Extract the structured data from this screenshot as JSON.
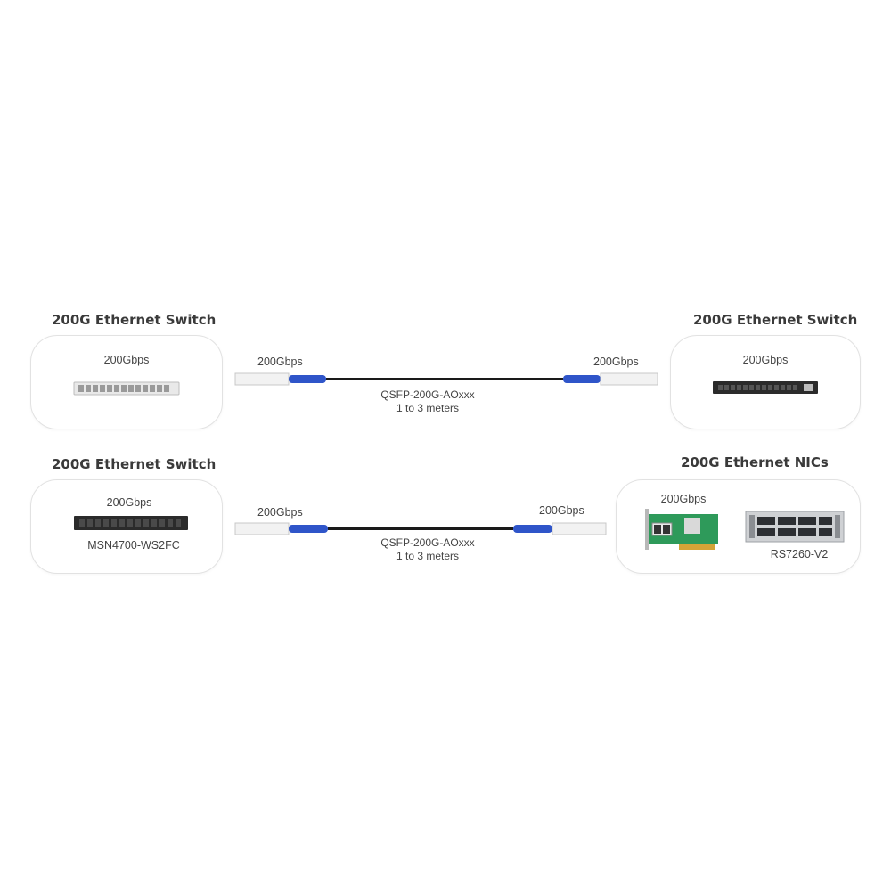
{
  "row1": {
    "left": {
      "title": "200G Ethernet Switch",
      "speed": "200Gbps"
    },
    "right": {
      "title": "200G Ethernet Switch",
      "speed": "200Gbps"
    },
    "cable": {
      "left_speed": "200Gbps",
      "right_speed": "200Gbps",
      "model": "QSFP-200G-AOxxx",
      "length": "1 to 3 meters"
    }
  },
  "row2": {
    "left": {
      "title": "200G Ethernet Switch",
      "speed": "200Gbps",
      "model": "MSN4700-WS2FC"
    },
    "right": {
      "title": "200G Ethernet NICs",
      "speed": "200Gbps",
      "server_model": "RS7260-V2"
    },
    "cable": {
      "left_speed": "200Gbps",
      "right_speed": "200Gbps",
      "model": "QSFP-200G-AOxxx",
      "length": "1 to 3 meters"
    }
  },
  "colors": {
    "cable": "#1a1a1a",
    "boot": "#2f55c9",
    "module": "#f2f2f2",
    "pcb": "#2e9a5a",
    "switch_dark": "#2b2b2b"
  }
}
